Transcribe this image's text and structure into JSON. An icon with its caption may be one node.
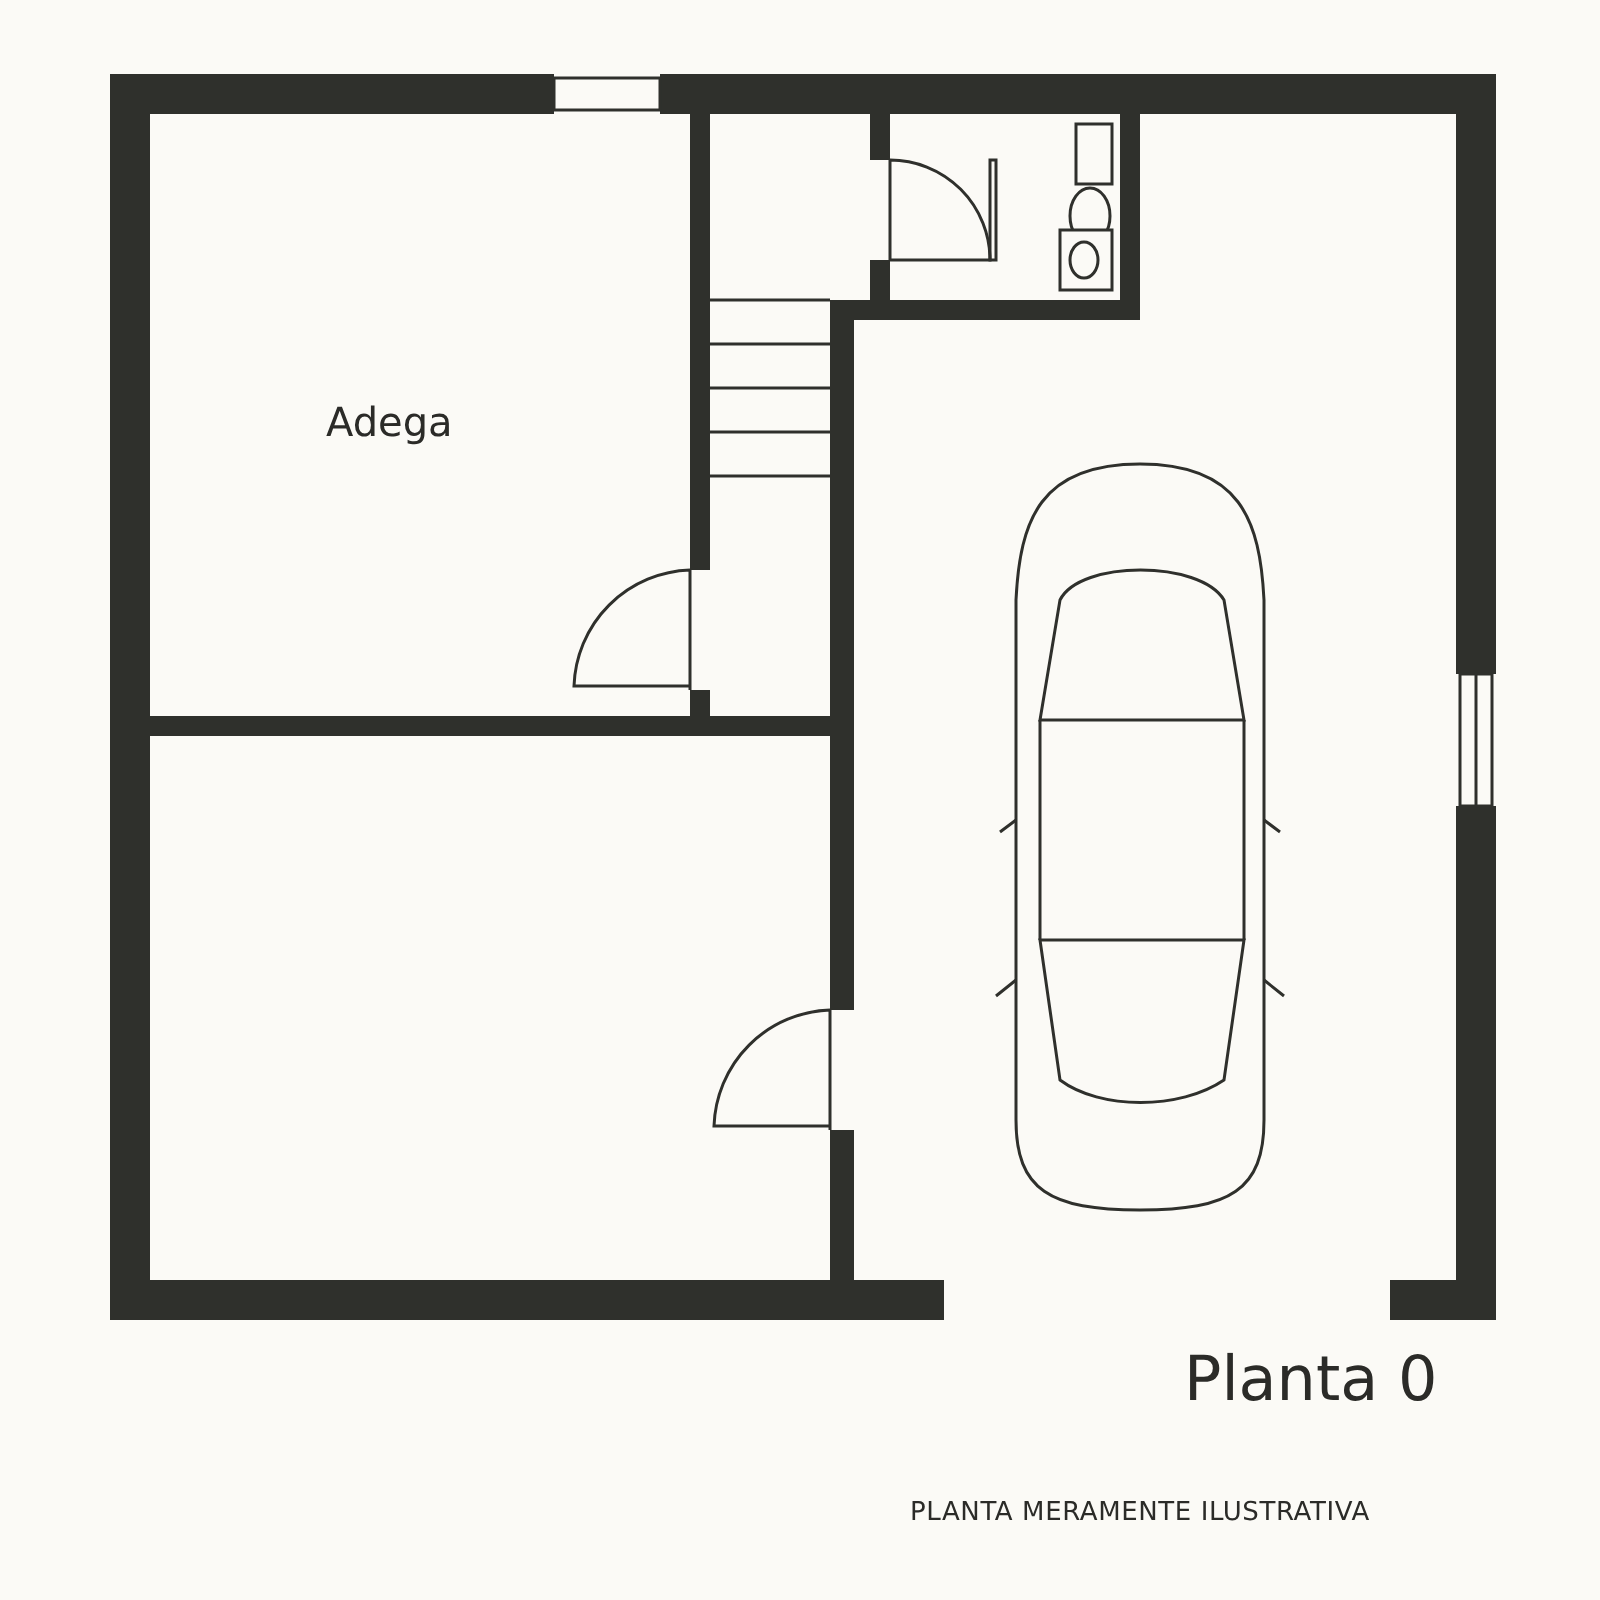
{
  "diagram": {
    "title": "Planta 0",
    "caption": "PLANTA MERAMENTE ILUSTRATIVA",
    "nodes": [
      {
        "text": [
          "Adega"
        ]
      }
    ]
  }
}
